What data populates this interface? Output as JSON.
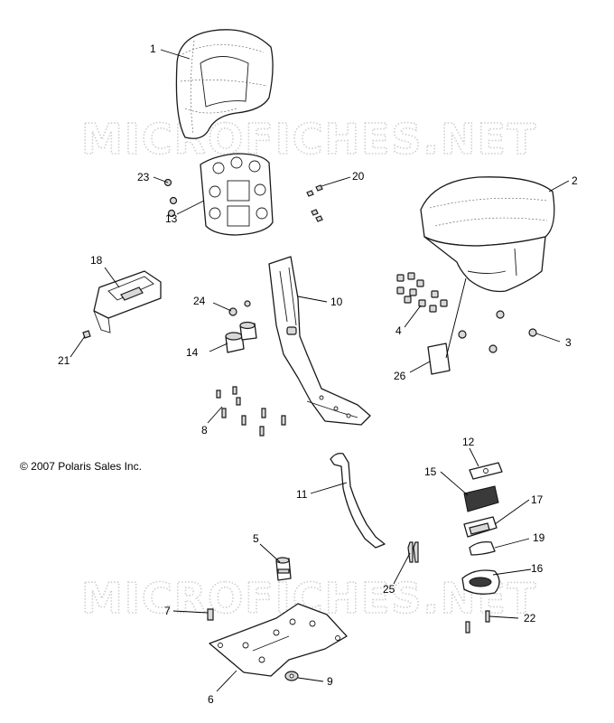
{
  "watermark": "MICROFICHES.NET",
  "copyright": "© 2007 Polaris Sales Inc.",
  "callouts": {
    "c1": "1",
    "c2": "2",
    "c3": "3",
    "c4": "4",
    "c5": "5",
    "c6": "6",
    "c7": "7",
    "c8": "8",
    "c9": "9",
    "c10": "10",
    "c11": "11",
    "c12": "12",
    "c13": "13",
    "c14": "14",
    "c15": "15",
    "c16": "16",
    "c17": "17",
    "c18": "18",
    "c19": "19",
    "c20": "20",
    "c21": "21",
    "c22": "22",
    "c23": "23",
    "c24": "24",
    "c25": "25",
    "c26": "26"
  }
}
